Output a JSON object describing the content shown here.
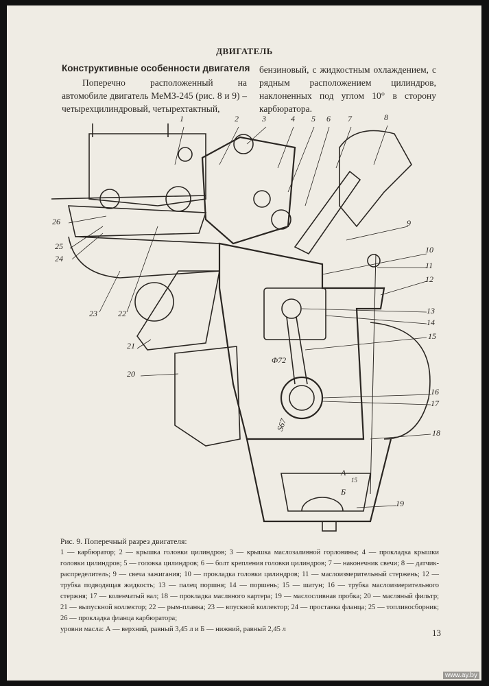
{
  "page": {
    "title": "ДВИГАТЕЛЬ",
    "subheading": "Конструктивные особенности двигателя",
    "paragraph_col1": "Поперечно расположенный на автомобиле двигатель МеМЗ-245 (рис. 8 и 9) – четырехцилиндровый, четырехтактный,",
    "paragraph_col2": "бензиновый, с жидкостным охлаждением, с рядным расположением цилиндров, наклоненных под углом 10° в сторону карбюратора.",
    "page_number": "13",
    "watermark": "www.ay.by"
  },
  "figure": {
    "callouts": [
      "1",
      "2",
      "3",
      "4",
      "5",
      "6",
      "7",
      "8",
      "9",
      "10",
      "11",
      "12",
      "13",
      "14",
      "15",
      "16",
      "17",
      "18",
      "19",
      "20",
      "21",
      "22",
      "23",
      "24",
      "25",
      "26"
    ],
    "dimensions": {
      "bore": "Φ72",
      "stroke": "S67",
      "level_a": "A",
      "level_b": "Б",
      "level_value": "15"
    },
    "caption_title": "Рис. 9. Поперечный разрез двигателя:",
    "caption_text": "1 — карбюратор; 2 — крышка головки цилиндров; 3 — крышка маслозаливной горловины; 4 — прокладка крышки головки цилиндров; 5 — головка цилиндров; 6 — болт крепления головки цилиндров; 7 — наконечник свечи; 8 — датчик-распределитель; 9 — свеча зажигания; 10 — прокладка головки цилиндров; 11 — маслоизмерительный стержень; 12 — трубка подводящая жидкость; 13 — палец поршня; 14 — поршень; 15 — шатун; 16 — трубка маслоизмерительного стержня; 17 — коленчатый вал; 18 — прокладка масляного картера; 19 — маслосливная пробка; 20 — масляный фильтр; 21 — выпускной коллектор; 22 — рым-планка; 23 — впускной коллектор; 24 — проставка фланца; 25 — топливосборник; 26 — прокладка фланца карбюратора;",
    "caption_levels": "уровни масла: А — верхний, равный 3,45 л и Б — нижний, равный 2,45 л"
  }
}
